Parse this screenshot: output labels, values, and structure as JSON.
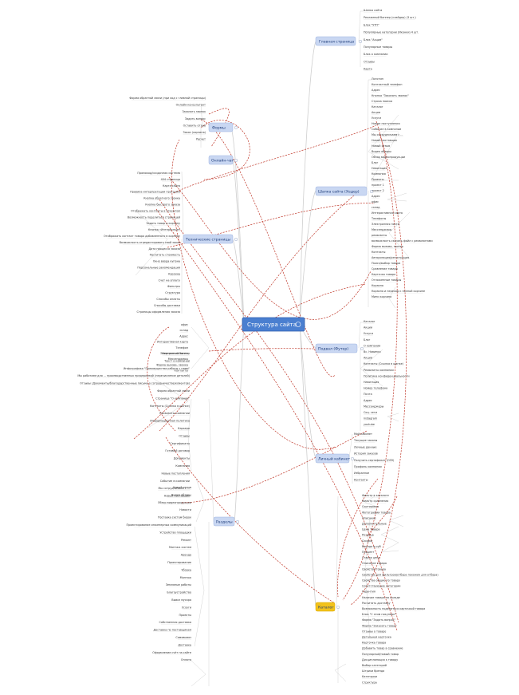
{
  "root": "Структура сайта",
  "topics": {
    "home": "Главная страница",
    "header": "Шапка сайта (Хедер)",
    "footer": "Подвал (Футер)",
    "cabinet": "Личный кабинет",
    "catalog": "Каталог",
    "sections": "Разделы",
    "tech": "Технические страницы",
    "forms": "Формы",
    "online": "Онлайн-чат"
  },
  "home_items": [
    "Шапка сайта",
    "Рекламный баннер (слайдер) (3 шт.)",
    "Блок \"УТП\"",
    "Популярные категории (Иконки) 4 шт.",
    "Блок \"Акции\"",
    "Популярные товары",
    "Блок о компании",
    "Отзывы",
    "Карта"
  ],
  "header_items": [
    "Логотип",
    "Контактный телефон",
    "Адрес",
    "Кнопка \"Заказать звонок\"",
    "Строка поиска",
    "Каталог",
    "Акции",
    "Услуги",
    "Новые поступления",
    "Событие в компании",
    "Мы сотрудничаем с ...",
    "Новый поставщик",
    "Новый отзыв",
    "Видео обзоры",
    "Обзор видеопродукции",
    "Блог",
    "Навигация",
    "Компания",
    "Проекты",
    "проект 1",
    "проект 2",
    "Адрес",
    "офис",
    "склад",
    "Интерактивная карта",
    "Телефоны",
    "Электронная почта",
    "Мессенджеры",
    "реквизиты",
    "возможность скачать файл с реквизитами",
    "Форма вызова, звонка",
    "Контакты",
    "Авторизация/регистрация",
    "Поиск/выбор товара",
    "Сравнение товара",
    "Карточка товара",
    "Отложенные товары",
    "Корзина",
    "Корзина и переход к полной корзине",
    "Мини корзина"
  ],
  "footer_items": [
    "Каталог",
    "Акции",
    "Услуги",
    "Блог",
    "О компании",
    "Вс. Новинки",
    "Акции",
    "Контакты (Ссылка в шапке)",
    "Реквизиты компании",
    "Политика конфиденциальности",
    "Навигация",
    "Номер телефона",
    "Почта",
    "Адрес",
    "Мессенджеры",
    "Соц. сети",
    "instagram",
    "youtube"
  ],
  "cabinet_items": [
    "Мой кабинет",
    "Текущие заказы",
    "Личные данные",
    "История заказов",
    "Получить сертификат (ОЗЗ)",
    "Профиль компании",
    "Избранное",
    "Контакты"
  ],
  "catalog_items": [
    "Фильтр в каталоге",
    "Фильтр сравнения",
    "Сортировка",
    "Фотографии товара",
    "Описание",
    "Дополнительные",
    "Цена товара",
    "Розница",
    "Скидки",
    "Выгода в руб",
    "Процент",
    "Старая цена",
    "Описание товара",
    "Свойства товара",
    "Свойства для фильтров(отбора похожих для отбора)",
    "Свойства общие по товару",
    "Сопутствующие категории",
    "Гарантия",
    "Наличие товара на складе",
    "Расчитать доставку",
    "Возможность поделиться карточкой товара",
    "Блок \"С этим покупают\"",
    "Форма \"Задать вопрос\"",
    "Форма \"Заказать товар\"",
    "Отзывы о товаре",
    "Детальная карточка",
    "Карточка товара",
    "Добавить товар в сравнение",
    "Популярный/новый товар",
    "Дисциплинация к товару",
    "Выбор категорий",
    "Штрихи бренда",
    "Категории",
    "Структура"
  ],
  "sections_items": [
    "Фирменный баннер",
    "Текст о компании",
    "Инфографика \"Преимущества работы с нами\"",
    "Мы работаем для ... производственных предприятий (перечисление деталей)",
    "Отзывы (Документы/благодарственные письма о сотрудничестве/клиентов)",
    "Форма обратной связи",
    "Страница \"О компании\"",
    "Контакты (Ссылка в шапке)",
    "Реквизиты компании",
    "Информационная политика",
    "Карьера",
    "Отзывы",
    "Сертификаты",
    "Готовый договор",
    "Документы",
    "Компания",
    "Новые поступления",
    "Событие в компании",
    "Мы сотрудничаем с ...",
    "Новый поставщик",
    "Новый отзыв",
    "Видео обзоры",
    "Обзор видеопродукции",
    "Новости",
    "Поставка систем бирок",
    "Проектирование инженерных коммуникаций",
    "Устройство площадки",
    "Ремонт",
    "Монтаж систем",
    "Аренда",
    "Проектирование",
    "Уборка",
    "Монтаж",
    "Земляные работы",
    "Благоустройство",
    "Вывоз мусора",
    "Услуги",
    "Проекты",
    "Собственная доставка",
    "Доставка по поставщикам",
    "Самовывоз",
    "Доставка",
    "Оформление счёт на сайте",
    "Оплата"
  ],
  "tech_items": [
    "Промокод/скидочная система",
    "404 страница",
    "Карта сайта",
    "Правила интерпретации программ",
    "Кнопка обратного звонка",
    "Кнопка быстрого заказа",
    "Отображать контакты в открытом",
    "Возможность поделиться страницей",
    "Задать товар в корзину",
    "Кнопка «Интересные»",
    "Отображать контакт товара добавленного в корзину",
    "Возможность отредактировать свой заказ",
    "Дата процесса заказа",
    "Посчитать стоимость",
    "Окно ввода купона",
    "Персональные рекомендации",
    "Корзина",
    "Счет на оплату",
    "Фильтры",
    "Структура",
    "Способы оплаты",
    "Способы доставки",
    "Страницы оформления заказа"
  ],
  "forms_items": [
    "Форма обратной связи (при ход с главной страницы)",
    "Онлайн-консультант",
    "Заказать звонок",
    "Задать вопрос",
    "Оставить отзыв",
    "Заказ (корзина)",
    "Расчет"
  ],
  "contacts_items": [
    "офис",
    "склад",
    "Адрес",
    "Интерактивная карта",
    "Телефон",
    "Электронная почта",
    "Мессенджеры",
    "Форма вызова, звонка",
    "Контакты"
  ],
  "colors": {
    "root": "#4a7fd0",
    "topic": "#c9d7f2",
    "topic_text": "#1f3d7a",
    "catalog": "#f2c21b",
    "relation": "#c0392b",
    "branch": "#cfcfcf"
  }
}
